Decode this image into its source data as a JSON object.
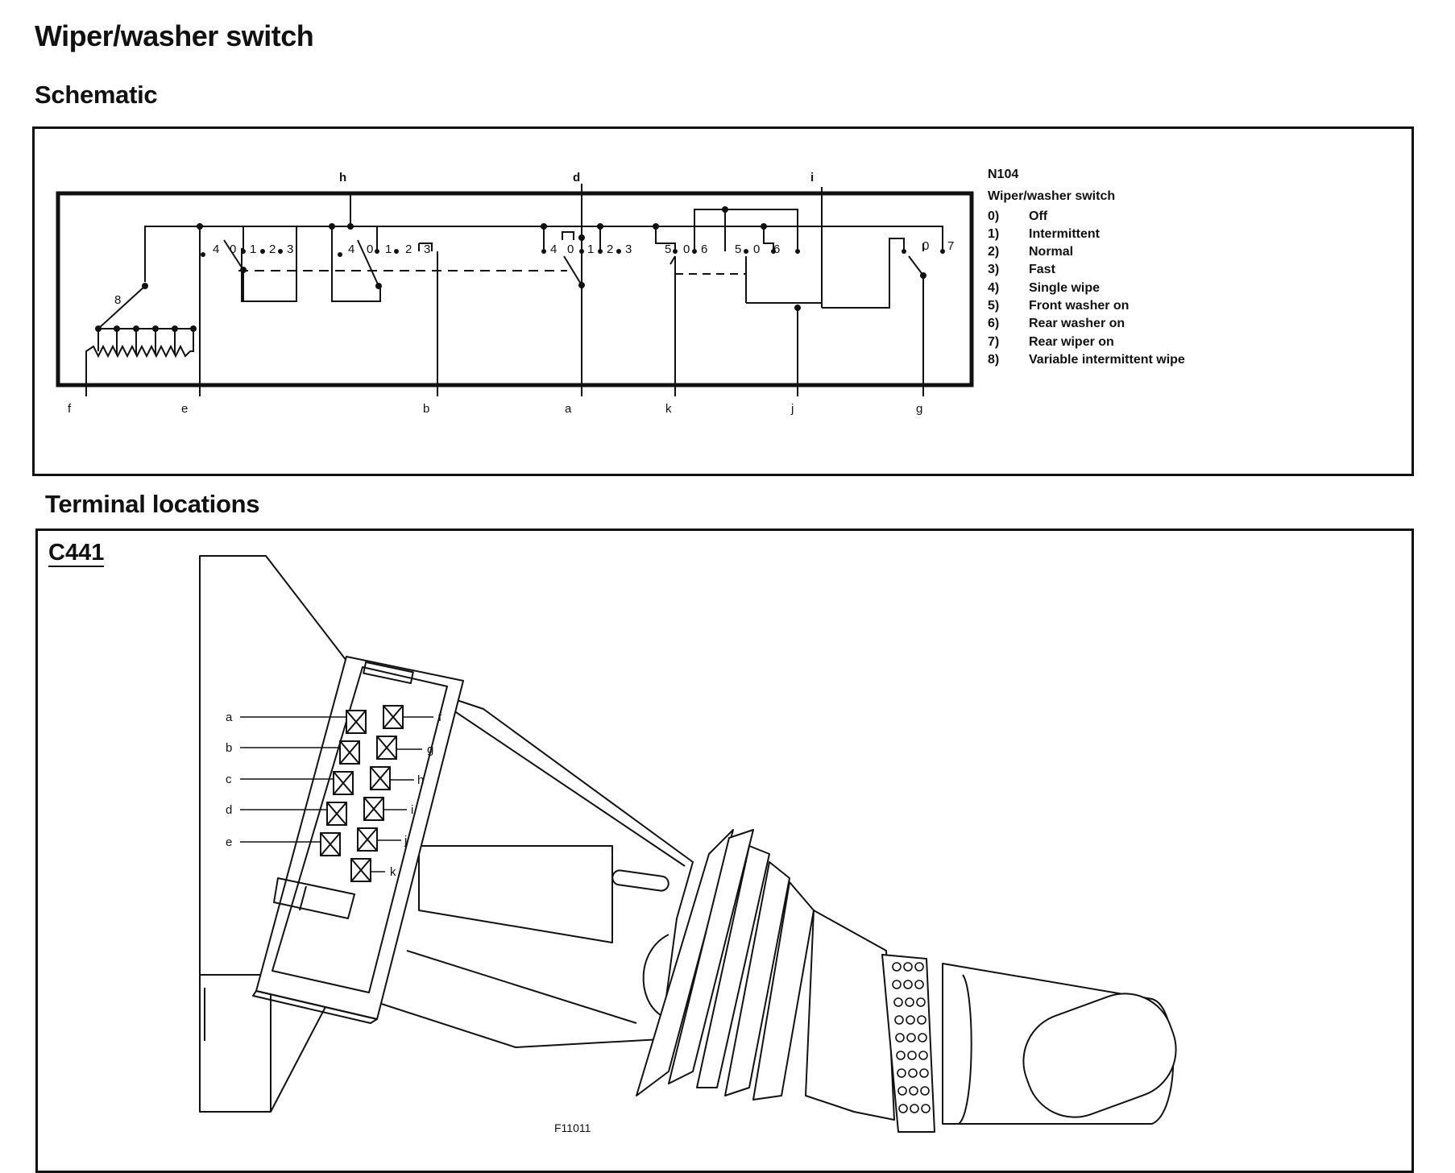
{
  "page_title": "Wiper/washer switch",
  "sections": {
    "schematic": "Schematic",
    "terminal_locations": "Terminal locations"
  },
  "legend": {
    "code": "N104",
    "title": "Wiper/washer switch",
    "items": [
      {
        "num": "0)",
        "label": "Off"
      },
      {
        "num": "1)",
        "label": "Intermittent"
      },
      {
        "num": "2)",
        "label": "Normal"
      },
      {
        "num": "3)",
        "label": "Fast"
      },
      {
        "num": "4)",
        "label": "Single wipe"
      },
      {
        "num": "5)",
        "label": "Front washer on"
      },
      {
        "num": "6)",
        "label": "Rear washer on"
      },
      {
        "num": "7)",
        "label": "Rear wiper on"
      },
      {
        "num": "8)",
        "label": "Variable intermittent wipe"
      }
    ]
  },
  "schematic": {
    "top_terminals": [
      "h",
      "d",
      "i"
    ],
    "bottom_terminals": [
      "f",
      "e",
      "b",
      "a",
      "k",
      "j",
      "g"
    ],
    "switch_positions": {
      "s1": [
        "4",
        "0",
        "1",
        "2",
        "3"
      ],
      "s2": [
        "4",
        "0",
        "1",
        "2",
        "3"
      ],
      "s3": [
        "4",
        "0",
        "1",
        "2",
        "3"
      ],
      "s4": [
        "5",
        "0",
        "6"
      ],
      "s5": [
        "5",
        "0",
        "6"
      ],
      "s6": [
        "0",
        "7"
      ],
      "rheostat": "8"
    }
  },
  "connector": {
    "name": "C441",
    "left_pins": [
      "a",
      "b",
      "c",
      "d",
      "e"
    ],
    "right_pins": [
      "f",
      "g",
      "h",
      "i",
      "j",
      "k"
    ]
  },
  "figure_code": "F11011"
}
